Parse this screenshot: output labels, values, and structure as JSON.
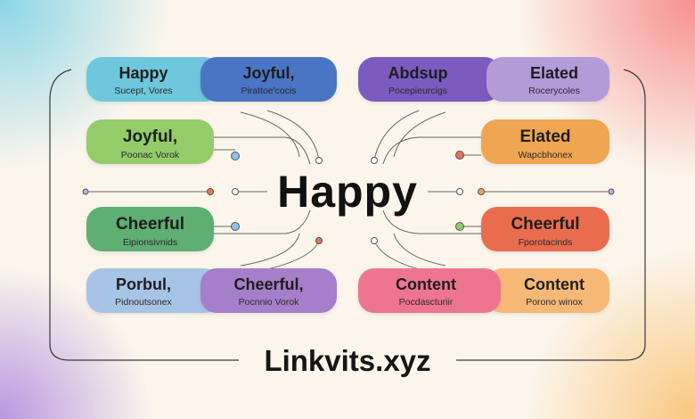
{
  "hub": {
    "label": "Happy"
  },
  "footer": {
    "text": "Linkvits.xyz"
  },
  "colors": {
    "teal": "#6ec7dc",
    "blue": "#4a74c4",
    "purple": "#7c5bbf",
    "lavender": "#b39ad8",
    "green": "#94cc6a",
    "dark_green": "#5fae72",
    "orange": "#f0a552",
    "red_orange": "#ea6c4e",
    "light_blue": "#a7c3e6",
    "violet": "#a57fc9",
    "pink": "#ee7590",
    "peach": "#f5b877"
  },
  "nodes": [
    {
      "label": "Happy",
      "sub": "Sucept, Vores"
    },
    {
      "label": "Joyful,",
      "sub": "Pirattoe'cocis"
    },
    {
      "label": "Abdsup",
      "sub": "Pocepieurcigs"
    },
    {
      "label": "Elated",
      "sub": "Rocerycoles"
    },
    {
      "label": "Joyful,",
      "sub": "Poonac Vorok"
    },
    {
      "label": "Elated",
      "sub": "Wapcbhonex"
    },
    {
      "label": "Cheerful",
      "sub": "Eipionsivnids"
    },
    {
      "label": "Cheerful",
      "sub": "Fporotacinds"
    },
    {
      "label": "Porbul,",
      "sub": "Pidnoutsonex"
    },
    {
      "label": "Cheerful,",
      "sub": "Pocnnio Vorok"
    },
    {
      "label": "Content",
      "sub": "Pocdascturiir"
    },
    {
      "label": "Content",
      "sub": "Porono winox"
    }
  ]
}
